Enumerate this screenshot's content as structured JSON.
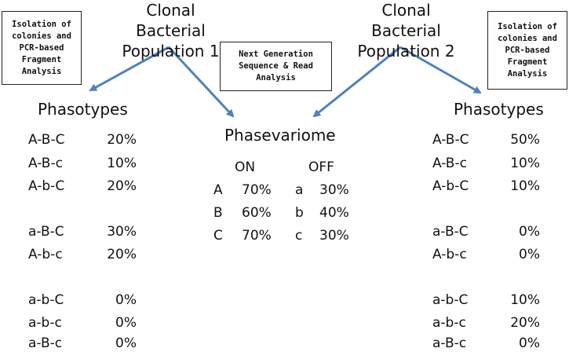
{
  "population1": {
    "title": "Clonal Bacterial\nPopulation 1"
  },
  "population2": {
    "title": "Clonal Bacterial\nPopulation 2"
  },
  "box_left": {
    "text": "Isolation of\ncolonies and\nPCR-based\nFragment\nAnalysis"
  },
  "box_middle": {
    "text": "Next Generation\nSequence & Read\nAnalysis"
  },
  "box_right": {
    "text": "Isolation of\ncolonies and\nPCR-based\nFragment\nAnalysis"
  },
  "left_table": {
    "heading": "Phasotypes",
    "rows": [
      {
        "phasotype": "A-B-C",
        "percent": "20%"
      },
      {
        "phasotype": "A-B-c",
        "percent": "10%"
      },
      {
        "phasotype": "A-b-C",
        "percent": "20%"
      },
      {
        "phasotype": "a-B-C",
        "percent": "30%"
      },
      {
        "phasotype": "A-b-c",
        "percent": "20%"
      },
      {
        "phasotype": "a-b-C",
        "percent": "0%"
      },
      {
        "phasotype": "a-b-c",
        "percent": "0%"
      },
      {
        "phasotype": "a-B-c",
        "percent": "0%"
      }
    ]
  },
  "right_table": {
    "heading": "Phasotypes",
    "rows": [
      {
        "phasotype": "A-B-C",
        "percent": "50%"
      },
      {
        "phasotype": "A-B-c",
        "percent": "10%"
      },
      {
        "phasotype": "A-b-C",
        "percent": "10%"
      },
      {
        "phasotype": "a-B-C",
        "percent": "0%"
      },
      {
        "phasotype": "A-b-c",
        "percent": "0%"
      },
      {
        "phasotype": "a-b-C",
        "percent": "10%"
      },
      {
        "phasotype": "a-b-c",
        "percent": "20%"
      },
      {
        "phasotype": "a-B-c",
        "percent": "0%"
      }
    ]
  },
  "phasevariome": {
    "heading": "Phasevariome",
    "on_label": "ON",
    "off_label": "OFF",
    "rows": [
      {
        "on_gene": "A",
        "on_pct": "70%",
        "off_gene": "a",
        "off_pct": "30%"
      },
      {
        "on_gene": "B",
        "on_pct": "60%",
        "off_gene": "b",
        "off_pct": "40%"
      },
      {
        "on_gene": "C",
        "on_pct": "70%",
        "off_gene": "c",
        "off_pct": "30%"
      }
    ]
  },
  "colors": {
    "arrow": "#4f81bd",
    "box_border": "#222222",
    "text": "#111111"
  }
}
